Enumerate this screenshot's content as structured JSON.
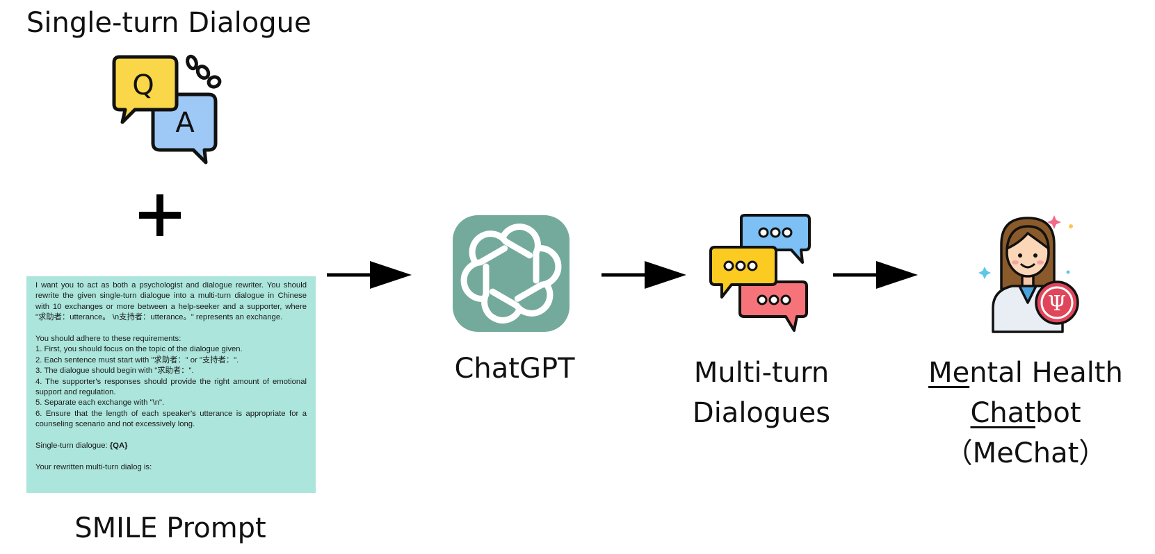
{
  "title_single_turn": "Single-turn Dialogue",
  "qa_icon": {
    "q": "Q",
    "a": "A"
  },
  "plus_sign": "+",
  "prompt": {
    "intro": "I want you to act as both a psychologist and dialogue rewriter. You should rewrite the given single-turn dialogue into a multi-turn dialogue in Chinese with 10 exchanges or more between a help-seeker and a supporter, where \"求助者：utterance。 \\n支持者：utterance。\" represents an exchange.",
    "requirements_heading": "You should adhere to these requirements:",
    "requirements": [
      "1. First, you should focus on the topic of the dialogue given.",
      "2. Each sentence must start with \"求助者：\" or \"支持者：\".",
      "3. The dialogue should begin with \"求助者：\".",
      "4. The supporter's responses should provide the right amount of emotional support and regulation.",
      "5. Separate each exchange with \"\\n\".",
      "6. Ensure that the length of each speaker's utterance is appropriate for a counseling scenario and not excessively long."
    ],
    "input_label": "Single-turn dialogue: ",
    "input_placeholder": "{QA}",
    "output_label": "Your rewritten multi-turn dialog is:"
  },
  "label_smile_prompt": "SMILE Prompt",
  "label_chatgpt": "ChatGPT",
  "label_multi_turn": {
    "line1": "Multi-turn",
    "line2": "Dialogues"
  },
  "label_mechat": {
    "line1_underlined": "Me",
    "line1_rest": "ntal Health",
    "line2_underlined": "Chat",
    "line2_rest": "bot",
    "line3": "（MeChat）"
  },
  "icons": {
    "qa": "qa-speech-bubbles-icon",
    "chatgpt": "chatgpt-logo-icon",
    "multi": "chat-bubbles-icon",
    "counselor": "psychologist-avatar-icon"
  },
  "colors": {
    "prompt_bg": "#abe5dc",
    "chatgpt_bg": "#74aa9c",
    "qa_yellow": "#f9d748",
    "qa_blue": "#9ec8f6",
    "bubble_blue": "#7cc0f5",
    "bubble_yellow": "#fbcb22",
    "bubble_red": "#f7737a"
  }
}
